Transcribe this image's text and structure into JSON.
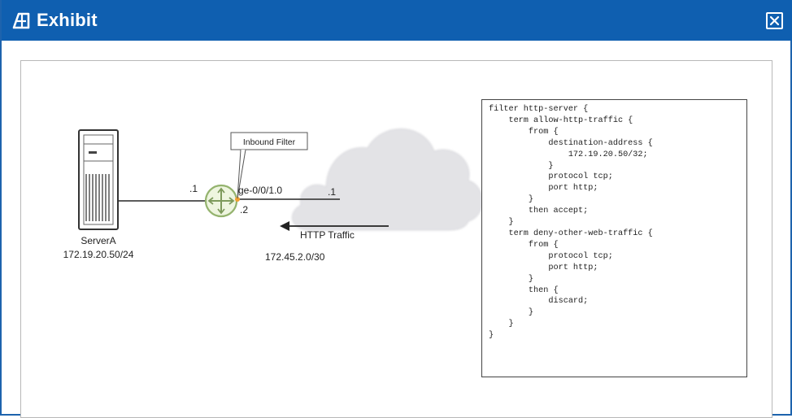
{
  "window": {
    "title": "Exhibit",
    "icon": "exhibit-logo-icon",
    "close_icon": "close-icon",
    "accent_color": "#0f5fb0"
  },
  "diagram": {
    "server": {
      "name": "ServerA",
      "address": "172.19.20.50/24",
      "icon": "server-icon"
    },
    "router": {
      "icon": "router-icon",
      "left_ip_label": ".1",
      "interface_label": "ge-0/0/1.0",
      "bottom_ip_label": ".2"
    },
    "filter_callout": "Inbound Filter",
    "cloud": {
      "icon": "cloud-icon",
      "ip_label": ".1"
    },
    "traffic_label": "HTTP Traffic",
    "network_label": "172.45.2.0/30"
  },
  "config": {
    "lines": [
      "filter http-server {",
      "    term allow-http-traffic {",
      "        from {",
      "            destination-address {",
      "                172.19.20.50/32;",
      "            }",
      "            protocol tcp;",
      "            port http;",
      "        }",
      "        then accept;",
      "    }",
      "    term deny-other-web-traffic {",
      "        from {",
      "            protocol tcp;",
      "            port http;",
      "        }",
      "        then {",
      "            discard;",
      "        }",
      "    }",
      "}"
    ]
  }
}
